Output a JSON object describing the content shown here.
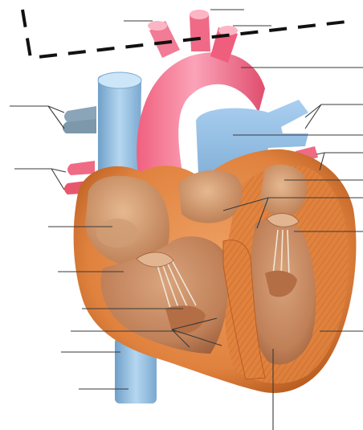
{
  "figure": {
    "subject": "heart-cross-section-unlabeled",
    "label_texts": [],
    "colors": {
      "aorta": "#f0607e",
      "aorta_highlight": "#fba3b8",
      "vena_cava": "#9cc6e6",
      "vena_cava_shade": "#6f9fc8",
      "pulmonary_artery": "#8cbadf",
      "pulmonary_vein": "#e8566e",
      "myocardium": "#e0823e",
      "myocardium_dark": "#b95e22",
      "chamber_interior": "#c98d62",
      "chamber_deep": "#a86a44",
      "valve_cords": "#efe6d6",
      "leader_line": "#3a3a3a",
      "crop_frame": "#111111"
    },
    "leader_line_count": 20,
    "annotations": {
      "crop_frame": "dashed-line-top-right"
    }
  }
}
